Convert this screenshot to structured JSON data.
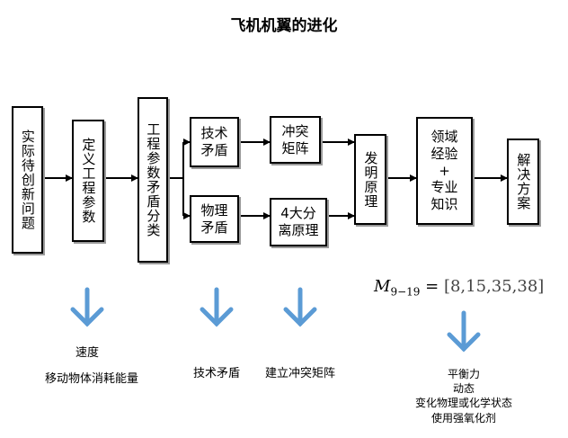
{
  "title": "飞机机翼的进化",
  "boxes": {
    "real_problem": "实际待创新问题",
    "define_params": "定义工程参数",
    "classify": "工程参数矛盾分类",
    "tech_contradiction": "技术\n矛盾",
    "phys_contradiction": "物理\n矛盾",
    "conflict_matrix": "冲突\n矩阵",
    "separation_principle": "4大分\n离原理",
    "inventive_principle": "发明原理",
    "domain_knowledge": "领域\n经验\n+\n专业\n知识",
    "solution": "解决方案"
  },
  "formula": {
    "symbol": "M",
    "subscript": "9−19",
    "equals": " = ",
    "vector": "[8,15,35,38]"
  },
  "annotations": {
    "speed": "速度",
    "moving_energy": "移动物体消耗能量",
    "tech_contradiction": "技术矛盾",
    "build_matrix": "建立冲突矩阵",
    "principles": [
      "平衡力",
      "动态",
      "变化物理或化学状态",
      "使用强氧化剂"
    ]
  },
  "colors": {
    "arrow_blue": "#5b9bd5",
    "border": "#000000",
    "shadow": "#9a9a9a"
  }
}
